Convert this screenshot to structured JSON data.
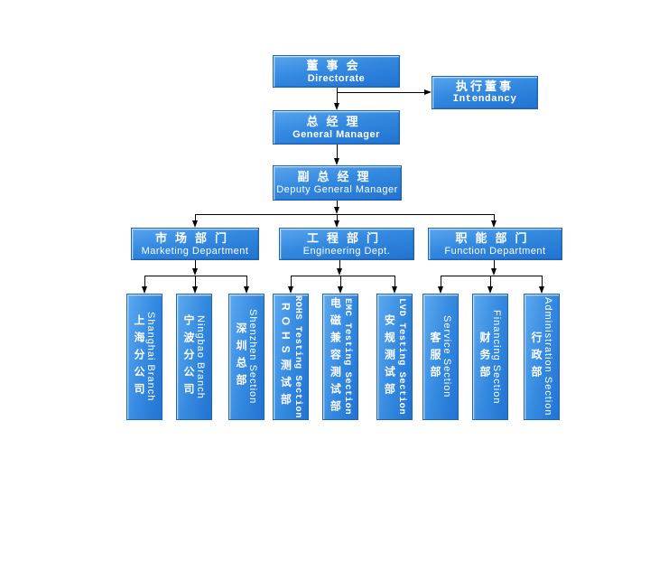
{
  "diagram": {
    "type": "organizational-chart",
    "background": "#ffffff",
    "colors": {
      "box_fill_light": "#58a5ee",
      "box_fill_dark": "#2174d2",
      "box_border": "#1e63b4",
      "box_text": "#ffffff",
      "connector": "#000000"
    },
    "nodes": {
      "directorate": {
        "cn": "董事会",
        "en": "Directorate"
      },
      "intendancy": {
        "cn": "执行董事",
        "en": "Intendancy"
      },
      "general_manager": {
        "cn": "总经理",
        "en": "General Manager"
      },
      "deputy_general_manager": {
        "cn": "副总经理",
        "en": "Deputy General Manager"
      }
    },
    "departments": [
      {
        "cn": "市场部门",
        "en": "Marketing Department"
      },
      {
        "cn": "工程部门",
        "en": "Engineering Dept."
      },
      {
        "cn": "职能部门",
        "en": "Function Department"
      }
    ],
    "sections": [
      {
        "cn": "上海分公司",
        "en": "Shanghai Branch",
        "parent": "Marketing Department"
      },
      {
        "cn": "宁波分公司",
        "en": "Ningbao Branch",
        "parent": "Marketing Department"
      },
      {
        "cn": "深圳总部",
        "en": "Shenzhen Section",
        "parent": "Marketing Department"
      },
      {
        "cn": "ROHS测试部",
        "en": "ROHS Testing Section",
        "parent": "Engineering Dept."
      },
      {
        "cn": "电磁兼容测试部",
        "en": "EMC Testing Section",
        "parent": "Engineering Dept."
      },
      {
        "cn": "安规测试部",
        "en": "LVD Testing Section",
        "parent": "Engineering Dept."
      },
      {
        "cn": "客服部",
        "en": "Service Section",
        "parent": "Function Department"
      },
      {
        "cn": "财务部",
        "en": "Financing Section",
        "parent": "Function Department"
      },
      {
        "cn": "行政部",
        "en": "Administration Section",
        "parent": "Function Department"
      }
    ]
  }
}
